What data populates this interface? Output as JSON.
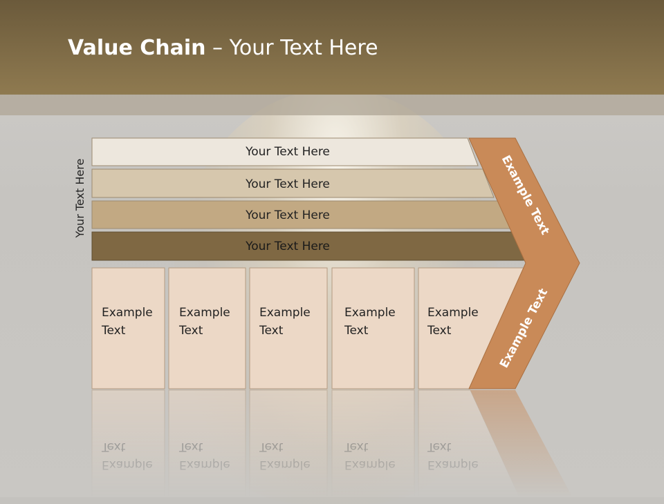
{
  "slide": {
    "title_bold": "Value Chain",
    "title_rest": " – Your Text Here",
    "side_label": "Your Text Here"
  },
  "rows": [
    {
      "label": "Your Text Here",
      "color": "#ede7dd"
    },
    {
      "label": "Your Text Here",
      "color": "#d6c7ad"
    },
    {
      "label": "Your Text Here",
      "color": "#c2a983"
    },
    {
      "label": "Your Text Here",
      "color": "#7f6843"
    }
  ],
  "boxes": [
    {
      "line1": "Example",
      "line2": "Text"
    },
    {
      "line1": "Example",
      "line2": "Text"
    },
    {
      "line1": "Example",
      "line2": "Text"
    },
    {
      "line1": "Example",
      "line2": "Text"
    },
    {
      "line1": "Example",
      "line2": "Text"
    }
  ],
  "arrow": {
    "upper_label": "Example Text",
    "lower_label": "Example Text",
    "color": "#c98a58"
  },
  "colors": {
    "box_fill": "#ecd8c6",
    "box_stroke": "#b49a80"
  }
}
